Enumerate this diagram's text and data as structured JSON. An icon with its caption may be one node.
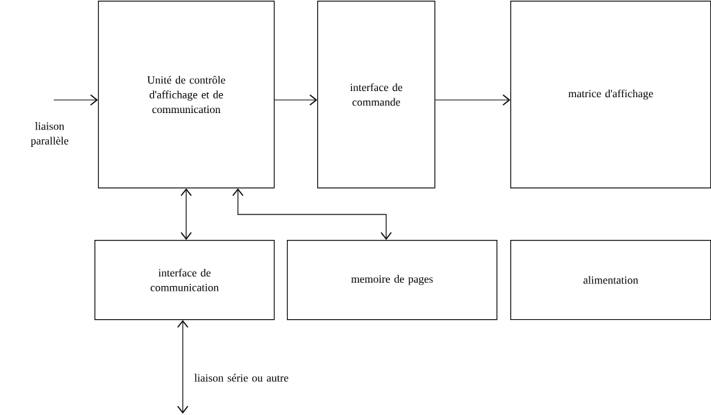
{
  "diagram": {
    "nodes": [
      {
        "text": [
          "Unité de contrôle d'affichage et de communication"
        ]
      },
      {
        "text": [
          "interface de commande"
        ]
      },
      {
        "text": [
          "matrice d'affichage"
        ]
      },
      {
        "text": [
          "interface de communication"
        ]
      },
      {
        "text": [
          "memoire de pages"
        ]
      },
      {
        "text": [
          "alimentation"
        ]
      }
    ],
    "edges": [
      {
        "from": null,
        "to": 0,
        "arrow": "to",
        "label": "liaison parallèle"
      },
      {
        "from": 0,
        "to": 1,
        "arrow": "to"
      },
      {
        "from": 1,
        "to": 2,
        "arrow": "to"
      },
      {
        "from": 0,
        "to": 3,
        "arrow": "both"
      },
      {
        "from": 0,
        "to": 4,
        "arrow": "both"
      },
      {
        "from": 3,
        "to": null,
        "arrow": "both",
        "label": "liaison série ou autre"
      }
    ]
  }
}
